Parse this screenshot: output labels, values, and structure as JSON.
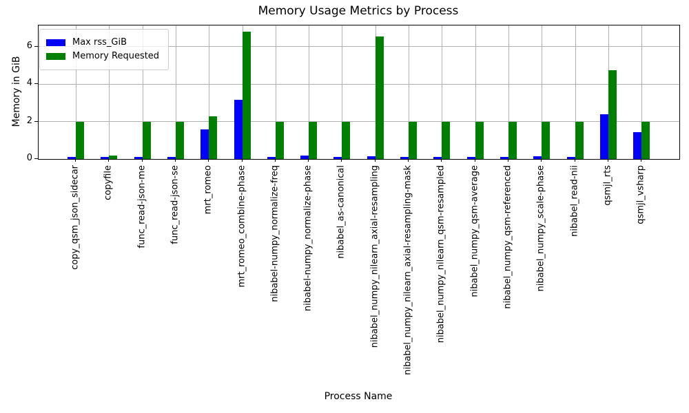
{
  "window": {
    "title": "Memory Usage Metrics by Process"
  },
  "chart_data": {
    "type": "bar",
    "title": "Memory Usage Metrics by Process",
    "xlabel": "Process Name",
    "ylabel": "Memory in GiB",
    "categories": [
      "copy_qsm_json_sidecar",
      "copyfile",
      "func_read-json-me",
      "func_read-json-se",
      "mrt_romeo",
      "mrt_romeo_combine-phase",
      "nibabel-numpy_normalize-freq",
      "nibabel-numpy_normalize-phase",
      "nibabel_as-canonical",
      "nibabel_numpy_nilearn_axial-resampling",
      "nibabel_numpy_nilearn_axial-resampling-mask",
      "nibabel_numpy_nilearn_qsm-resampled",
      "nibabel_numpy_qsm-average",
      "nibabel_numpy_qsm-referenced",
      "nibabel_numpy_scale-phase",
      "nibabel_read-nii",
      "qsmjl_rts",
      "qsmjl_vsharp"
    ],
    "series": [
      {
        "name": "Max rss_GiB",
        "color": "#0000ff",
        "values": [
          0.12,
          0.12,
          0.12,
          0.12,
          1.6,
          3.15,
          0.12,
          0.2,
          0.12,
          0.13,
          0.12,
          0.12,
          0.12,
          0.12,
          0.15,
          0.12,
          2.4,
          1.45
        ]
      },
      {
        "name": "Memory Requested",
        "color": "#008000",
        "values": [
          2.0,
          0.2,
          2.0,
          2.0,
          2.3,
          6.8,
          2.0,
          2.0,
          2.0,
          6.55,
          2.0,
          2.0,
          2.0,
          2.0,
          2.0,
          2.0,
          4.75,
          2.0
        ]
      }
    ],
    "ylim": [
      0,
      7.14
    ],
    "yticks": [
      0,
      2,
      4,
      6
    ],
    "grid": true,
    "legend_position": "upper-left",
    "colors": {
      "grid": "#b0b0b0",
      "spine": "#000000",
      "background": "#ffffff"
    }
  }
}
